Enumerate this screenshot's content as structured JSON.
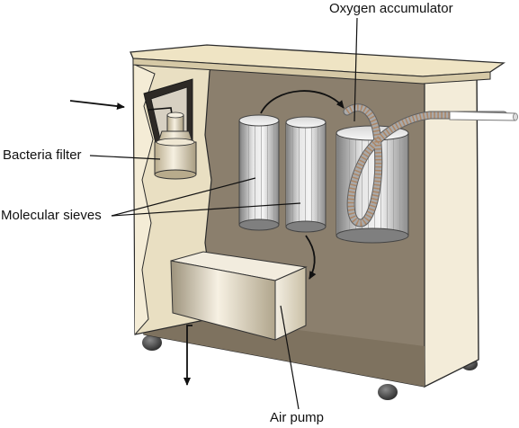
{
  "labels": {
    "oxygen_accumulator": "Oxygen accumulator",
    "bacteria_filter": "Bacteria filter",
    "molecular_sieves": "Molecular sieves",
    "air_pump": "Air pump"
  },
  "colors": {
    "cabinet_face": "#e9dfc2",
    "cabinet_top": "#efe4c4",
    "cabinet_inside": "#8b7f6d",
    "cabinet_right_side": "#f3ecd9",
    "outline": "#2b2b2b",
    "tube": "#a9a9a9",
    "tube_stripe": "#b06a2e",
    "wheel": "#3d3d3d"
  }
}
